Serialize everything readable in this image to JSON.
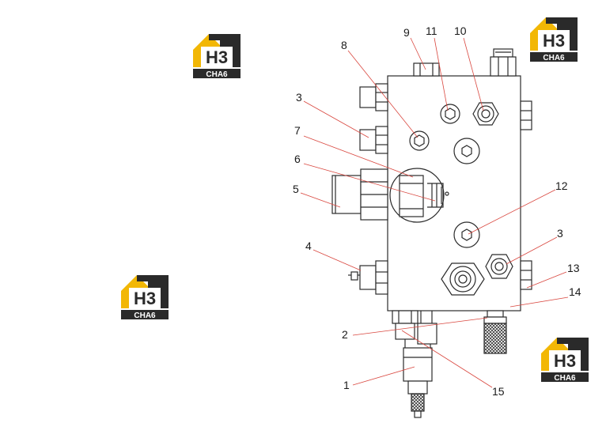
{
  "diagram": {
    "callouts": [
      "9",
      "11",
      "10",
      "8",
      "3",
      "7",
      "6",
      "5",
      "12",
      "3",
      "4",
      "13",
      "14",
      "2",
      "1",
      "15"
    ],
    "watermark_text": "CHA6",
    "watermark_mark": "H3",
    "colors": {
      "line": "#2b2b2b",
      "leader": "#d9473f",
      "logo_yellow": "#f2b705",
      "logo_dark": "#2a2a2a"
    }
  }
}
